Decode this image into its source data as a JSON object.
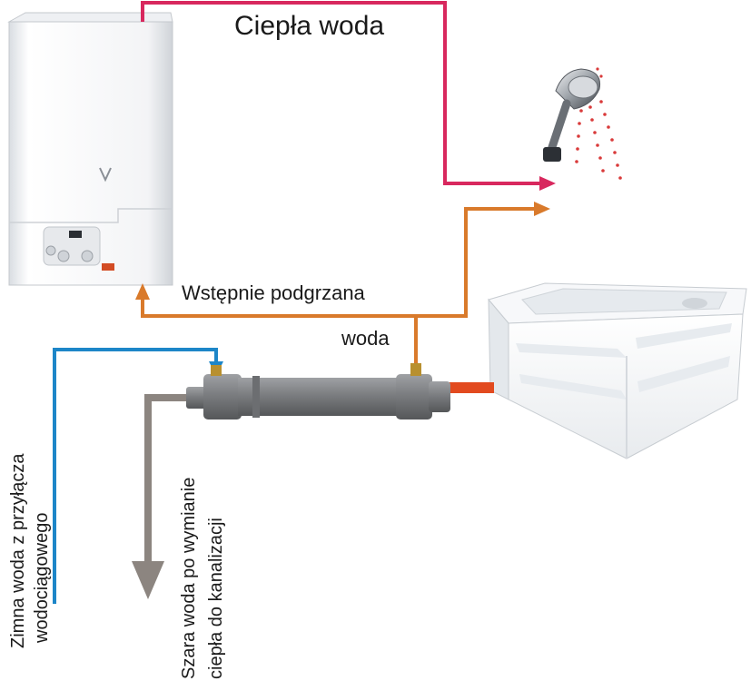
{
  "labels": {
    "hot_water": "Ciepła woda",
    "preheated_line1": "Wstępnie podgrzana",
    "preheated_line2": "woda",
    "cold_water_line1": "Zimna woda z przyłącza",
    "cold_water_line2": "wodociągowego",
    "grey_water_line1": "Szara woda po wymianie",
    "grey_water_line2": "ciepła do kanalizacji"
  },
  "colors": {
    "hot_water": "#d8285e",
    "preheated_water": "#d97a2b",
    "cold_water": "#1d86c8",
    "grey_water": "#8c8580",
    "drain_connector": "#e24a1f",
    "exchanger": "#7b7d80"
  },
  "icons": [
    "boiler-icon",
    "shower-head-icon",
    "shower-tray-icon",
    "heat-exchanger-icon"
  ]
}
